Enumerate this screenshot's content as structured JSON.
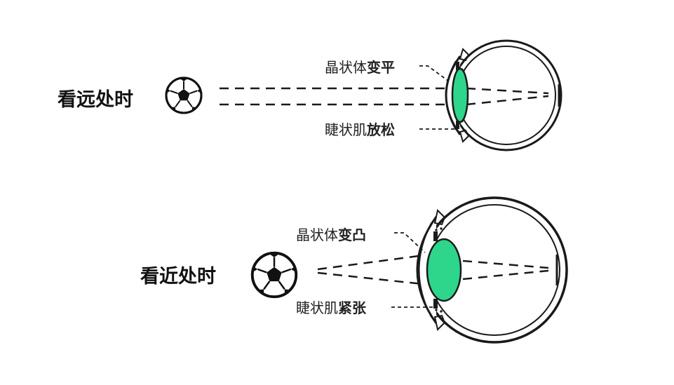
{
  "far": {
    "title": "看远处时",
    "lens_label": {
      "part": "晶状体",
      "state": "变平"
    },
    "muscle_label": {
      "part": "睫状肌",
      "state": "放松"
    }
  },
  "near": {
    "title": "看近处时",
    "lens_label": {
      "part": "晶状体",
      "state": "变凸"
    },
    "muscle_label": {
      "part": "睫状肌",
      "state": "紧张"
    }
  },
  "colors": {
    "lens": "#2ed68c",
    "line": "#1a1a1a"
  },
  "icons": {
    "ball": "soccer-ball-icon",
    "eye": "eyeball-icon"
  }
}
